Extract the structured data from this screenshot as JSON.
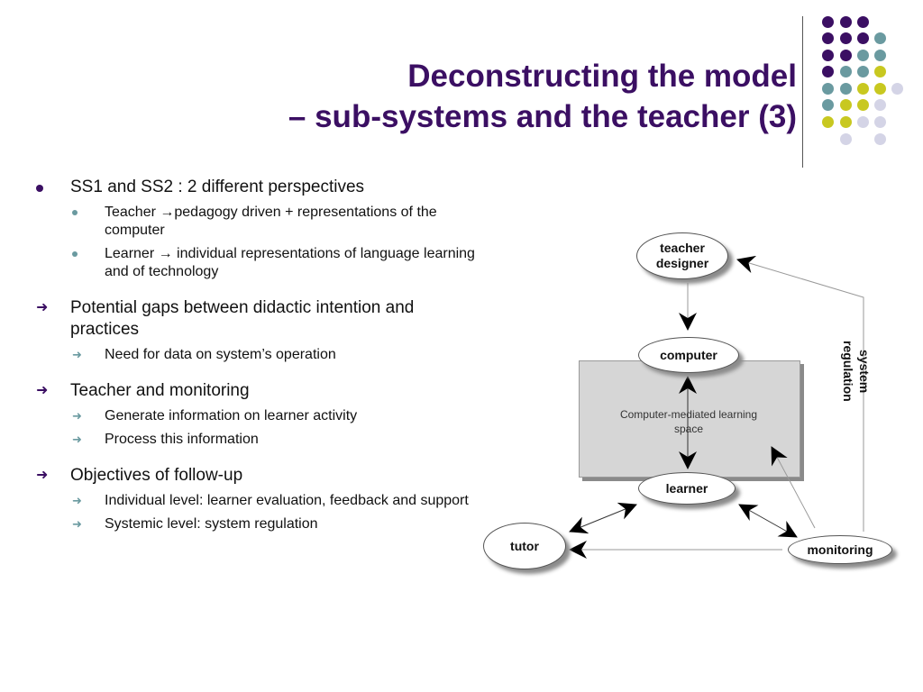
{
  "title": {
    "line1": "Deconstructing the model",
    "line2": "– sub-systems and the teacher (3)"
  },
  "colors": {
    "title": "#3b0f63",
    "dot_purple": "#3b0f63",
    "dot_teal": "#6a9aa0",
    "dot_yellow": "#c8c820",
    "dot_lavender": "#d4d4e6"
  },
  "bullets": {
    "s1": {
      "text": "SS1 and SS2 : 2 different perspectives",
      "sub1": "Teacher →pedagogy driven + representations of the computer",
      "sub2": "Learner → individual representations of language learning and of technology"
    },
    "s2": {
      "text": "Potential gaps between didactic intention and practices",
      "sub1": "Need for data on system’s operation"
    },
    "s3": {
      "text": "Teacher and monitoring",
      "sub1": "Generate information on learner activity",
      "sub2": "Process this information"
    },
    "s4": {
      "text": "Objectives of follow-up",
      "sub1": "Individual level: learner evaluation, feedback and support",
      "sub2": "Systemic level: system regulation"
    }
  },
  "diagram": {
    "teacher": "teacher designer",
    "computer": "computer",
    "learner": "learner",
    "tutor": "tutor",
    "monitoring": "monitoring",
    "space_label": "Computer-mediated learning space",
    "regulation_label": "system\nregulation"
  }
}
